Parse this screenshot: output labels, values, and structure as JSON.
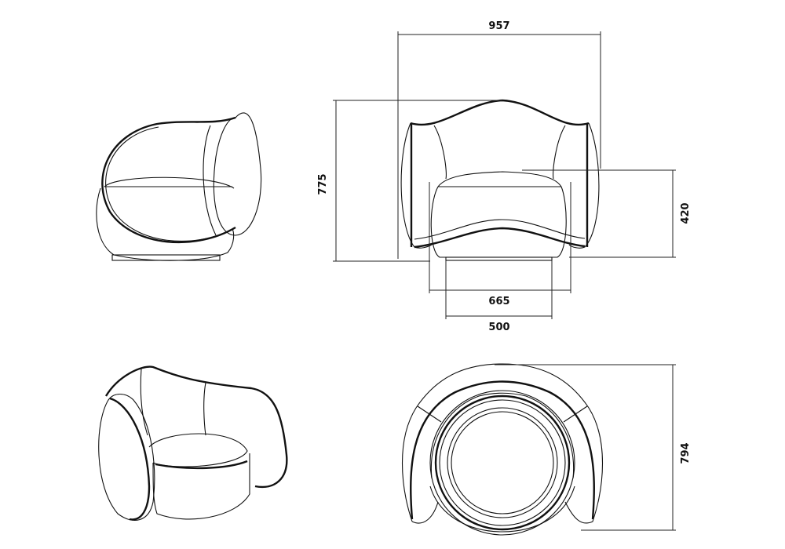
{
  "drawing": {
    "subject": "armchair",
    "views": [
      "side",
      "front",
      "perspective",
      "top"
    ],
    "line_color": "#111111",
    "background": "#ffffff",
    "dimensions": {
      "overall_width": "957",
      "overall_height": "775",
      "seat_height": "420",
      "seat_width": "665",
      "base_width": "500",
      "depth": "794"
    }
  }
}
